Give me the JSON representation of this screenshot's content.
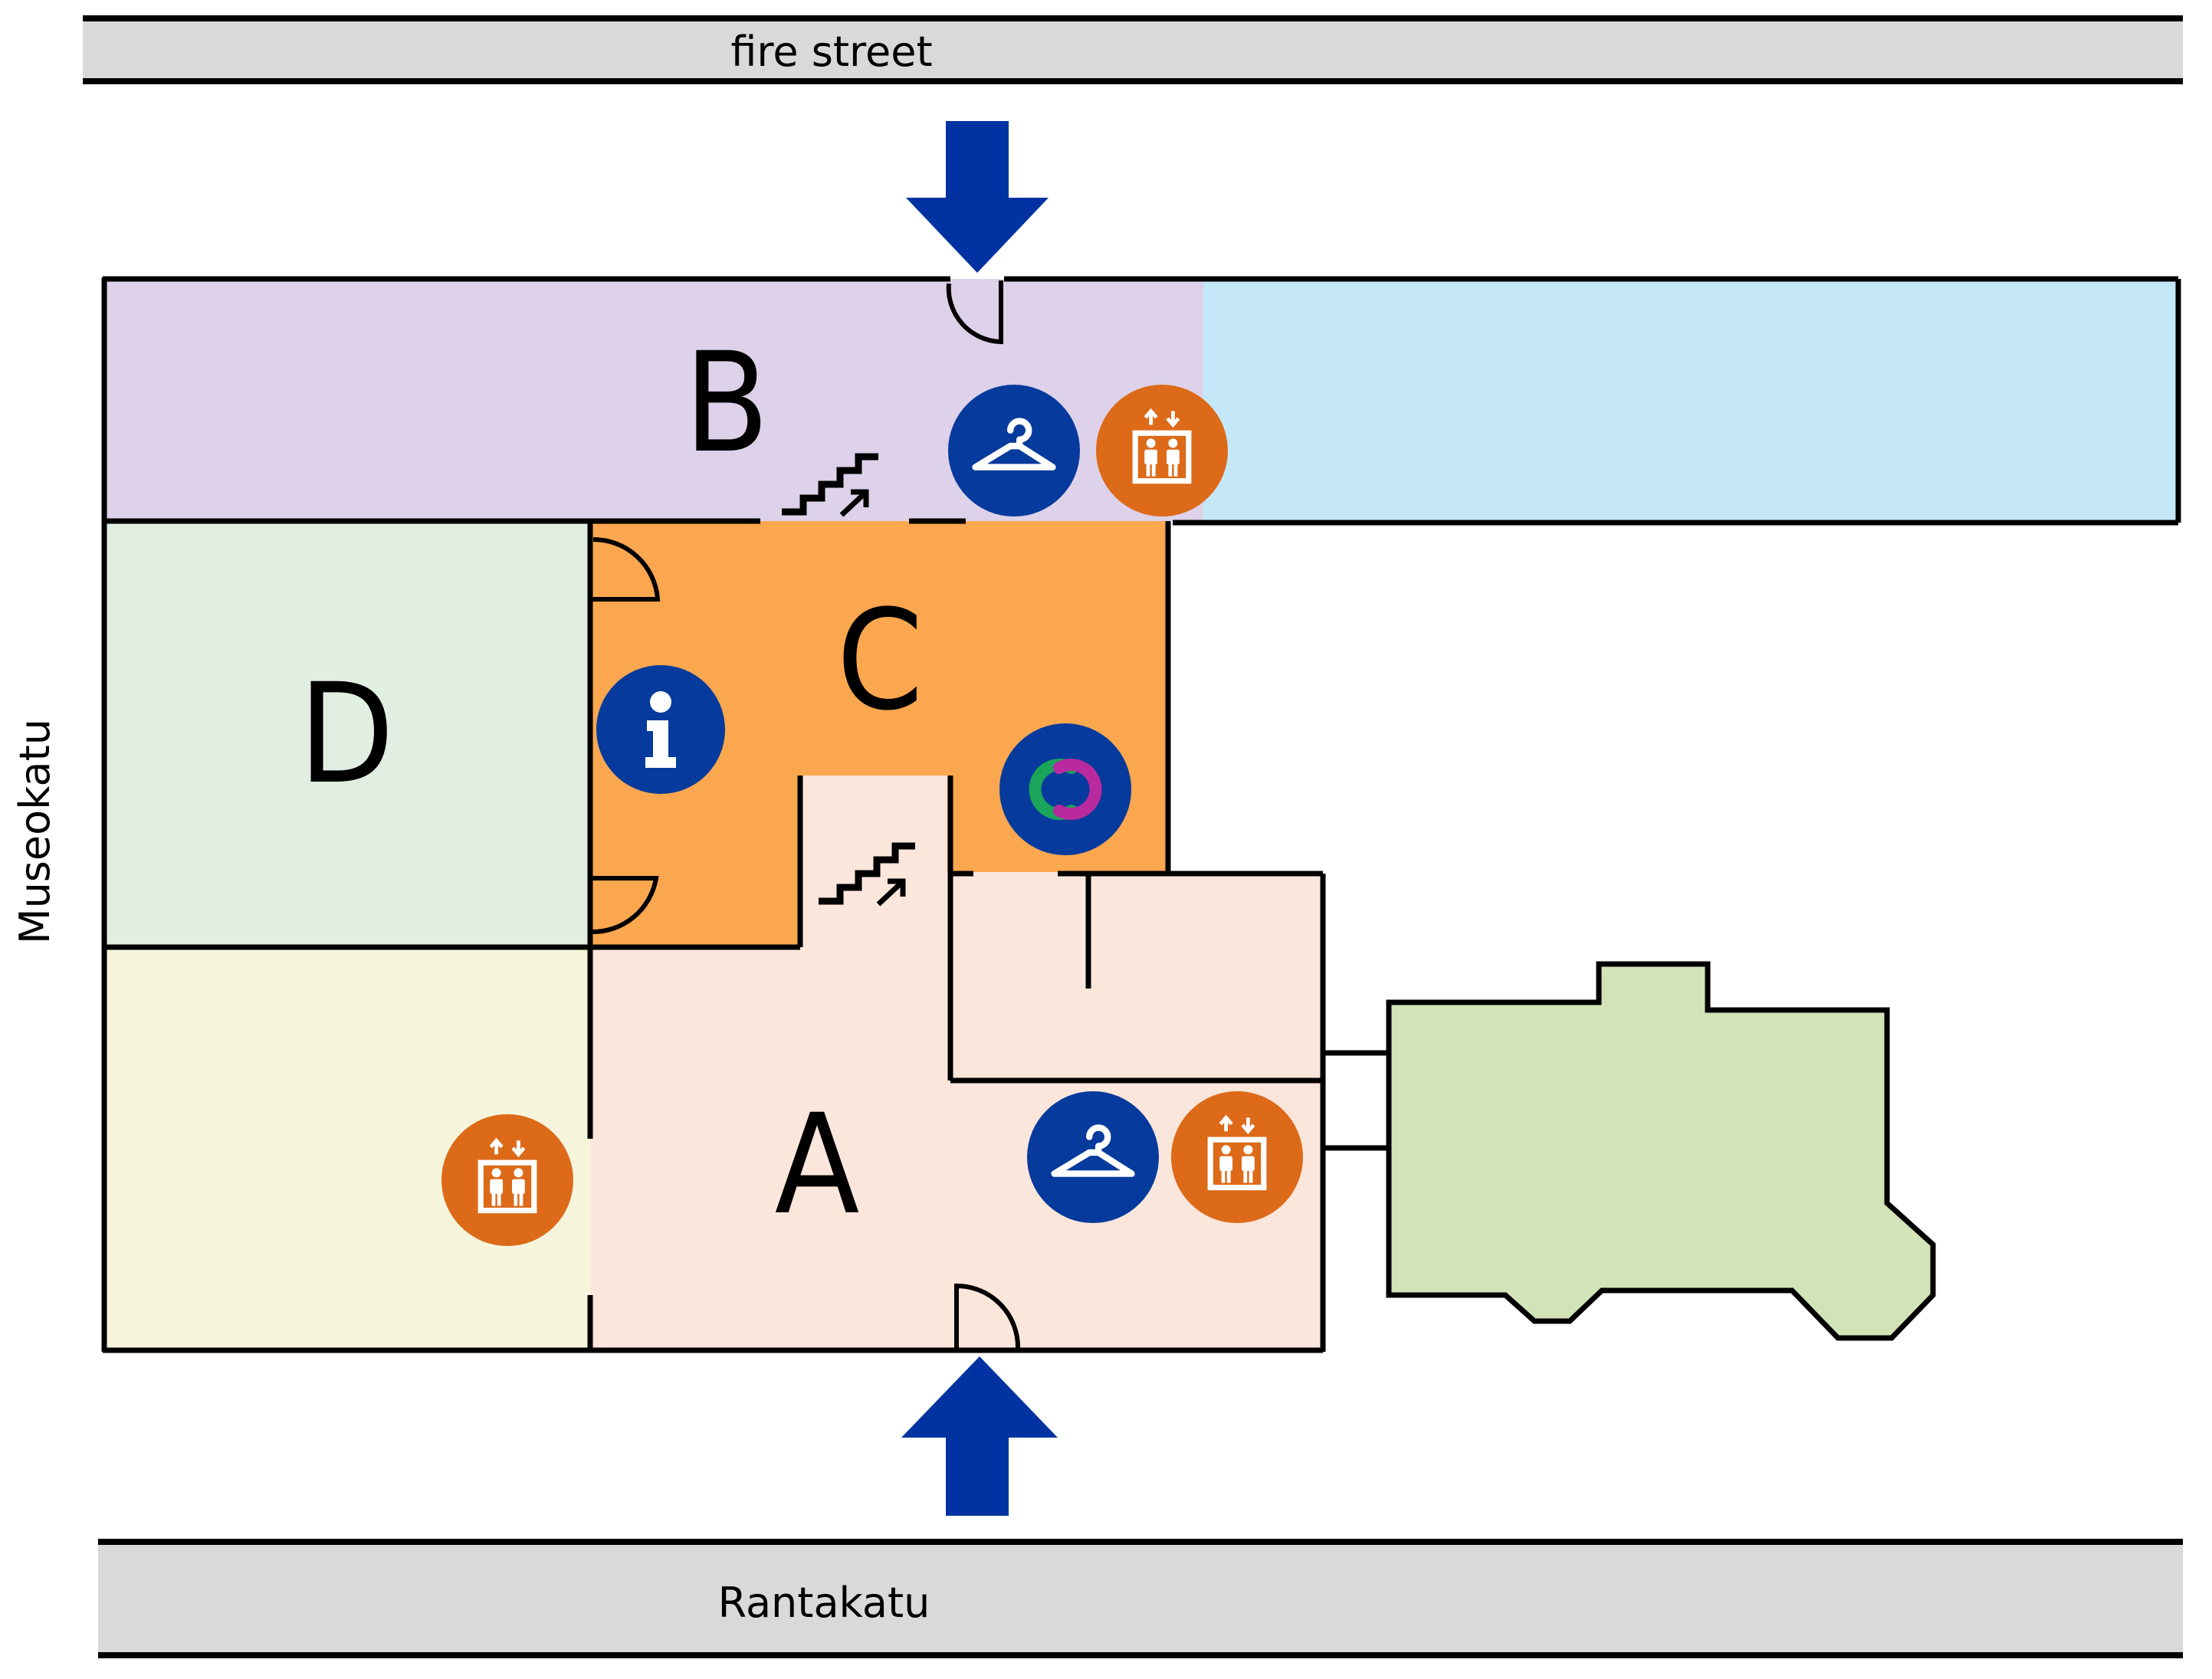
{
  "map": {
    "streets": {
      "top": "fire street",
      "bottom": "Rantakatu",
      "left": "Museokatu"
    },
    "sections": {
      "a": "A",
      "b": "B",
      "c": "C",
      "d": "D"
    },
    "colors": {
      "section_a": "#fbe6dc",
      "section_b": "#ddd2e9",
      "section_c": "#faa74f",
      "section_d": "#e1efe2",
      "section_yellow": "#f6f5dc",
      "section_blue": "#c4e8f8",
      "annex_green": "#d2e3b8",
      "street_gray": "#d9d9d9",
      "entrance_arrow": "#0033a1",
      "service_blue": "#063a9c",
      "elevator_orange": "#dc6a18",
      "ring_green": "#1aa55a",
      "ring_magenta": "#b82a9e"
    },
    "icons": {
      "entrance": "entrance-arrow-icon",
      "cloakroom": "hanger-icon",
      "elevator": "elevator-icon",
      "info": "info-icon",
      "stairs": "stairs-icon",
      "door": "door-icon",
      "logo": "linked-rings-icon"
    }
  }
}
